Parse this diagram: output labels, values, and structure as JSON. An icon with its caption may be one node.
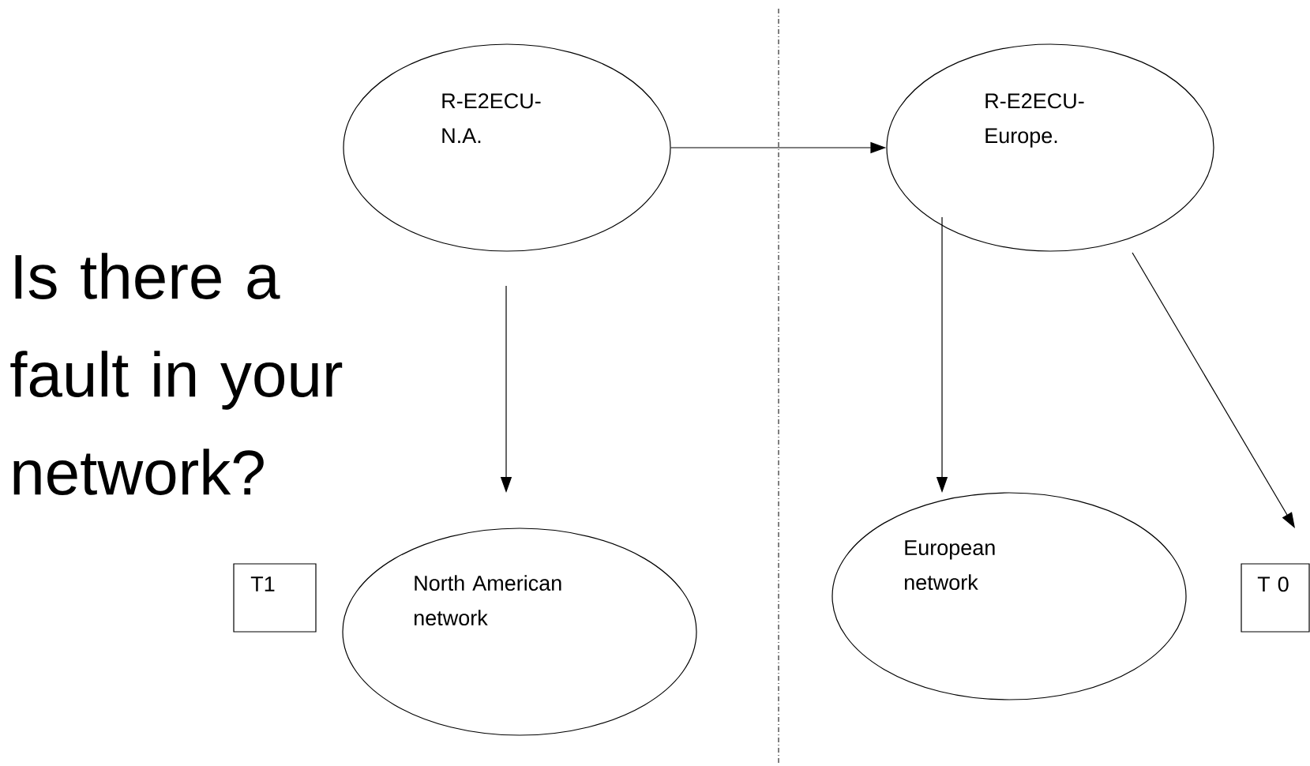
{
  "diagram": {
    "nodes": [
      {
        "text": [
          "R-E2ECU- N.A."
        ]
      },
      {
        "text": [
          "R-E2ECU- Europe."
        ]
      },
      {
        "text": [
          "T1"
        ]
      },
      {
        "text": [
          "North American network"
        ]
      },
      {
        "text": [
          "European network"
        ]
      },
      {
        "text": [
          "T 0"
        ]
      }
    ],
    "edges": [
      {
        "from": 0,
        "to": 1,
        "arrow": "to"
      },
      {
        "from": 0,
        "to": 3,
        "arrow": "to"
      },
      {
        "from": 1,
        "to": 4,
        "arrow": "to"
      },
      {
        "from": 1,
        "to": 5,
        "arrow": "to"
      }
    ],
    "labels": [
      "Is there a fault in your network?"
    ]
  }
}
